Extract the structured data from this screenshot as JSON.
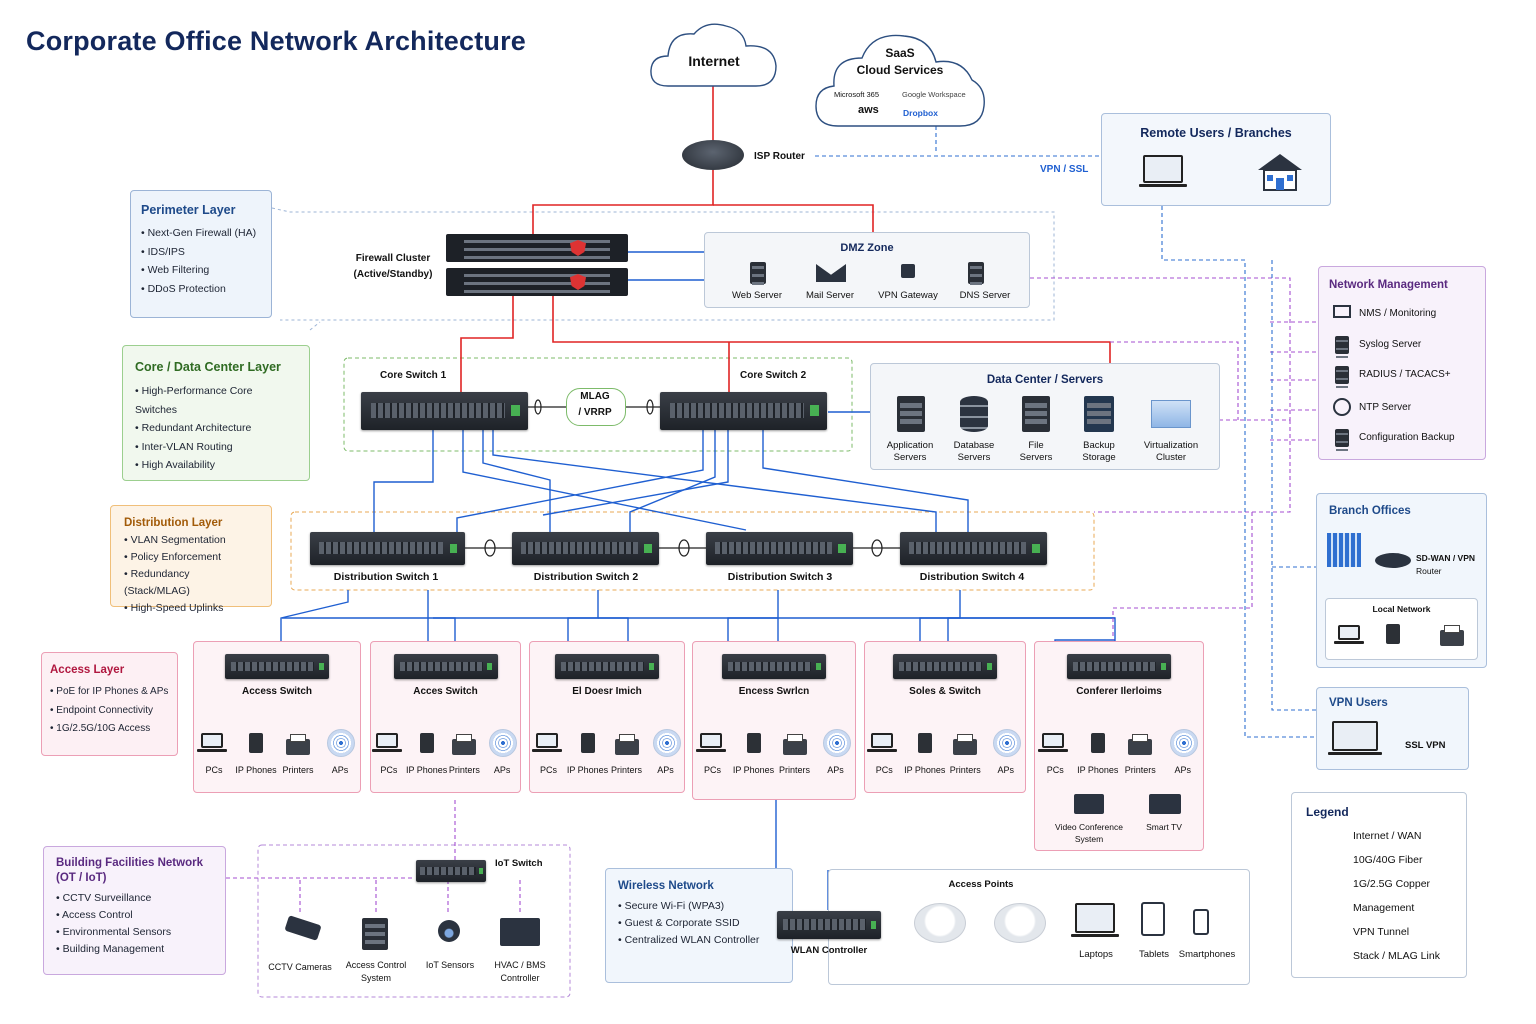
{
  "title": "Corporate Office Network Architecture",
  "internet": "Internet",
  "saas": {
    "title_line1": "SaaS",
    "title_line2": "Cloud Services",
    "logos": [
      "Microsoft 365",
      "Google Workspace",
      "aws",
      "Dropbox"
    ]
  },
  "isp_router": "ISP Router",
  "vpn_ssl": "VPN / SSL",
  "remote": {
    "title": "Remote Users / Branches"
  },
  "perimeter": {
    "title": "Perimeter Layer",
    "items": [
      "Next-Gen Firewall (HA)",
      "IDS/IPS",
      "Web Filtering",
      "DDoS Protection"
    ]
  },
  "firewall": {
    "line1": "Firewall Cluster",
    "line2": "(Active/Standby)"
  },
  "dmz": {
    "title": "DMZ Zone",
    "items": [
      "Web Server",
      "Mail Server",
      "VPN Gateway",
      "DNS Server"
    ]
  },
  "core": {
    "title": "Core / Data Center Layer",
    "items": [
      "High-Performance Core Switches",
      "Redundant Architecture",
      "Inter-VLAN Routing",
      "High Availability"
    ],
    "switch1": "Core Switch 1",
    "switch2": "Core Switch 2",
    "mlag_line1": "MLAG",
    "mlag_line2": "/ VRRP"
  },
  "datacenter": {
    "title": "Data Center / Servers",
    "items": [
      [
        "Application",
        "Servers"
      ],
      [
        "Database",
        "Servers"
      ],
      [
        "File",
        "Servers"
      ],
      [
        "Backup",
        "Storage"
      ],
      [
        "Virtualization",
        "Cluster"
      ]
    ]
  },
  "netmgmt": {
    "title": "Network Management",
    "items": [
      "NMS / Monitoring",
      "Syslog Server",
      "RADIUS / TACACS+",
      "NTP Server",
      "Configuration Backup"
    ]
  },
  "distribution": {
    "title": "Distribution Layer",
    "items": [
      "VLAN Segmentation",
      "Policy Enforcement",
      "Redundancy (Stack/MLAG)",
      "High-Speed Uplinks"
    ],
    "switches": [
      "Distribution Switch 1",
      "Distribution Switch 2",
      "Distribution Switch 3",
      "Distribution Switch 4"
    ]
  },
  "access": {
    "title": "Access Layer",
    "items": [
      "PoE for IP Phones & APs",
      "Endpoint Connectivity",
      "1G/2.5G/10G Access"
    ],
    "switches": [
      "Access Switch",
      "Acces Switch",
      "El Doesr Imich",
      "Encess Swrlcn",
      "Soles & Switch",
      "Conferer Ilerloims"
    ],
    "devices": [
      "PCs",
      "IP Phones",
      "Printers",
      "APs"
    ],
    "extra": [
      [
        "Video Conference",
        "System"
      ],
      [
        "Smart TV"
      ]
    ]
  },
  "branch": {
    "title": "Branch Offices",
    "router_line1": "SD-WAN / VPN",
    "router_line2": "Router",
    "local": "Local Network"
  },
  "vpnusers": {
    "title": "VPN Users",
    "label": "SSL VPN"
  },
  "facilities": {
    "title_line1": "Building Facilities Network",
    "title_line2": "(OT / IoT)",
    "items": [
      "CCTV Surveillance",
      "Access Control",
      "Environmental Sensors",
      "Building Management"
    ],
    "iot_switch": "IoT Switch",
    "devices": [
      [
        "CCTV Cameras"
      ],
      [
        "Access Control",
        "System"
      ],
      [
        "IoT Sensors"
      ],
      [
        "HVAC / BMS",
        "Controller"
      ]
    ]
  },
  "wireless": {
    "title": "Wireless Network",
    "items": [
      "Secure Wi-Fi (WPA3)",
      "Guest & Corporate SSID",
      "Centralized WLAN Controller"
    ],
    "controller": "WLAN Controller",
    "aps": "Access Points",
    "clients": [
      "Laptops",
      "Tablets",
      "Smartphones"
    ]
  },
  "legend": {
    "title": "Legend",
    "items": [
      "Internet / WAN",
      "10G/40G Fiber",
      "1G/2.5G Copper",
      "Management",
      "VPN Tunnel",
      "Stack / MLAG Link"
    ]
  },
  "colors": {
    "title": "#13285c",
    "wan": "#e02424",
    "fiber": "#1f5fd1",
    "copper": "#222222",
    "mgmt": "#a44fd1",
    "vpn": "#2f6fd0"
  }
}
